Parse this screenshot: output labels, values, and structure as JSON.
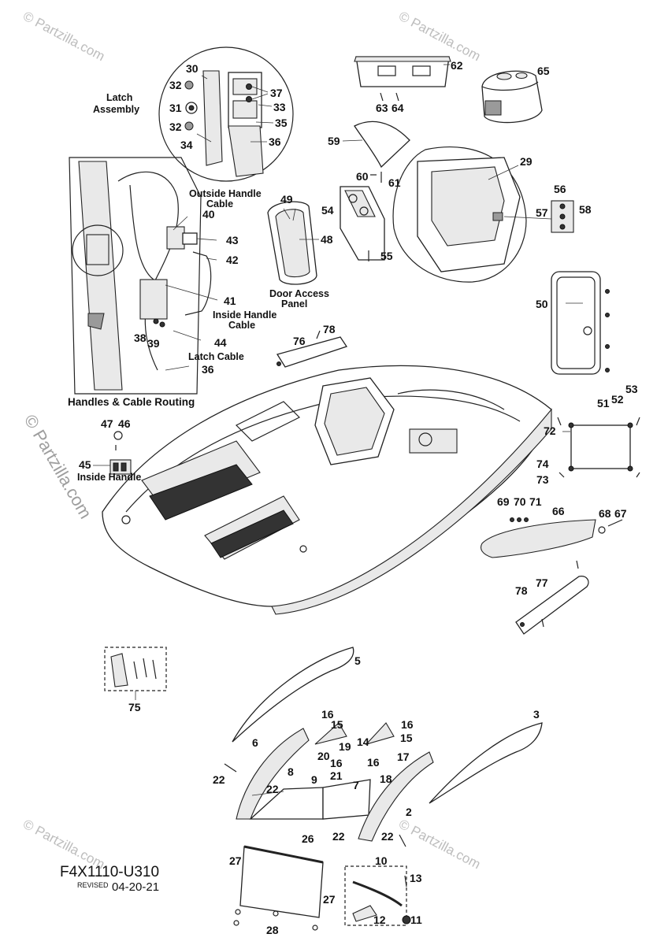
{
  "watermark": "© Partzilla.com",
  "diagram_code": "F4X1110-U310",
  "revised_label": "REVISED",
  "revised_date": "04-20-21",
  "captions": {
    "latch_assembly_1": "Latch",
    "latch_assembly_2": "Assembly",
    "outside_handle_cable_1": "Outside Handle",
    "outside_handle_cable_2": "Cable",
    "inside_handle_cable_1": "Inside Handle",
    "inside_handle_cable_2": "Cable",
    "latch_cable": "Latch Cable",
    "handles_cable_routing": "Handles & Cable Routing",
    "door_access_panel_1": "Door Access",
    "door_access_panel_2": "Panel",
    "inside_handle": "Inside Handle"
  },
  "callouts": {
    "n2": "2",
    "n3": "3",
    "n5": "5",
    "n6": "6",
    "n7": "7",
    "n8": "8",
    "n9": "9",
    "n10": "10",
    "n11": "11",
    "n12": "12",
    "n13": "13",
    "n14": "14",
    "n15a": "15",
    "n15b": "15",
    "n16a": "16",
    "n16b": "16",
    "n16c": "16",
    "n16d": "16",
    "n17": "17",
    "n18": "18",
    "n19": "19",
    "n20": "20",
    "n21": "21",
    "n22a": "22",
    "n22b": "22",
    "n22c": "22",
    "n22d": "22",
    "n26": "26",
    "n27a": "27",
    "n27b": "27",
    "n28": "28",
    "n29": "29",
    "n30": "30",
    "n31": "31",
    "n32a": "32",
    "n32b": "32",
    "n33": "33",
    "n34": "34",
    "n35": "35",
    "n36a": "36",
    "n36b": "36",
    "n37": "37",
    "n38": "38",
    "n39": "39",
    "n40": "40",
    "n41": "41",
    "n42": "42",
    "n43": "43",
    "n44": "44",
    "n45": "45",
    "n46": "46",
    "n47": "47",
    "n48": "48",
    "n49": "49",
    "n50": "50",
    "n51": "51",
    "n52": "52",
    "n53": "53",
    "n54": "54",
    "n55": "55",
    "n56": "56",
    "n57": "57",
    "n58": "58",
    "n59": "59",
    "n60": "60",
    "n61": "61",
    "n62": "62",
    "n63": "63",
    "n64": "64",
    "n65": "65",
    "n66": "66",
    "n67": "67",
    "n68": "68",
    "n69": "69",
    "n70": "70",
    "n71": "71",
    "n72": "72",
    "n73": "73",
    "n74": "74",
    "n75": "75",
    "n76": "76",
    "n77": "77",
    "n78a": "78",
    "n78b": "78"
  }
}
